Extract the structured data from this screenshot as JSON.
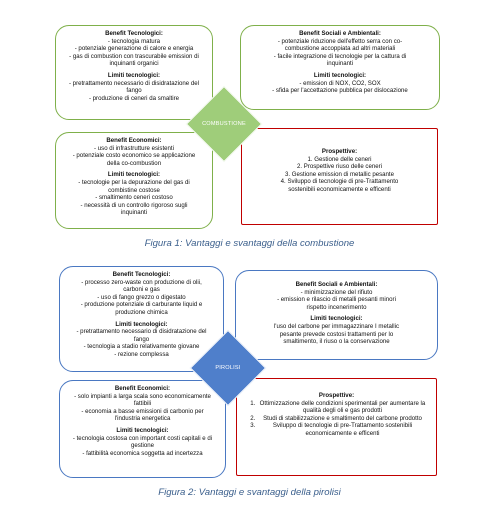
{
  "figure1": {
    "center_label": "COMBUSTIONE",
    "caption": "Figura 1: Vantaggi e svantaggi della combustione",
    "tl": {
      "head1": "Benefit Tecnologici:",
      "items1": [
        "- tecnologia matura",
        "- potenziale generazione di calore e energia",
        "- gas di combustion con trascurabile emission di",
        "inquinanti organici"
      ],
      "head2": "Limiti tecnologici:",
      "items2": [
        "- pretrattamento necessario di disidratazione del",
        "fango",
        "- produzione di ceneri da smaltire"
      ]
    },
    "tr": {
      "head1": "Benefit Sociali e Ambientali:",
      "items1": [
        "- potenziale riduzione dell'effetto serra con co-",
        "combustione accoppiata ad altri materiali",
        "- facile integrazione di tecnologie per la cattura di",
        "inquinanti"
      ],
      "head2": "Limiti tecnologici:",
      "items2": [
        "- emission di NOX, CO2, SOX",
        "- sfida per l'accettazione pubblica per dislocazione"
      ]
    },
    "bl": {
      "head1": "Benefit Economici:",
      "items1": [
        "- uso di infrastrutture esistenti",
        "- potenziale costo economico se applicazione",
        "della co-combustion"
      ],
      "head2": "Limiti tecnologici:",
      "items2": [
        "- tecnologie per la depurazione del gas di",
        "combistine costose",
        "- smaltimento ceneri costoso",
        "- necessità di un controllo rigoroso sugli",
        "inquinanti"
      ]
    },
    "br": {
      "head": "Prospettive:",
      "items": [
        "1. Gestione delle ceneri",
        "2. Prospettive riuso delle ceneri",
        "3. Gestione emission di metallic pesante",
        "4. Sviluppo di tecnologie di pre-Trattamento",
        "sostenibili economicamente e efficenti"
      ]
    }
  },
  "figure2": {
    "center_label": "PIROLISI",
    "caption": "Figura 2: Vantaggi e svantaggi della pirolisi",
    "tl": {
      "head1": "Benefit Tecnologici:",
      "items1": [
        "- processo zero-waste con produzione di olii,",
        "carboni e gas",
        "- uso di fango grezzo o digestato",
        "- produzione potenziale di carburante liquid e",
        "produzione chimica"
      ],
      "head2": "Limiti tecnologici:",
      "items2": [
        "- pretrattamento necessario di disidratazione del",
        "fango",
        "- tecnologia a stadio relativamente giovane",
        "- rezione complessa"
      ]
    },
    "tr": {
      "head1": "Benefit Sociali e Ambientali:",
      "items1": [
        "- minimizzazione del rifiuto",
        "- emission e rilascio di metalli pesanti minori",
        "rispetto incenerimento"
      ],
      "head2": "Limiti tecnologici:",
      "items2": [
        "l'uso del carbone per immagazzinare I metallic",
        "pesante prevede costosi trattamenti per lo",
        "smaltimento, il riuso o la conservazione"
      ]
    },
    "bl": {
      "head1": "Benefit Economici:",
      "items1": [
        "- solo impianti a larga scala sono economicamente",
        "fattibili",
        "- economia a basse emissioni di carbonio per",
        "l'industria energetica"
      ],
      "head2": "Limiti tecnologici:",
      "items2": [
        "- tecnologia costosa con important costi capitali e di",
        "gestione",
        "- fattibilità economica soggetta ad incertezza"
      ]
    },
    "br": {
      "head": "Prospettive:",
      "items": [
        "Ottimizzazione delle condizioni sperimentali per aumentare la qualità degli oli e gas prodotti",
        "Studi di stabilizzazione e smaltimento del carbone prodotto",
        "Sviluppo di tecnologie di pre-Trattamento sostenibili economicamente e efficenti"
      ]
    }
  },
  "colors": {
    "fig1_border": "#7fb04a",
    "fig1_diamond": "#9fcd7a",
    "fig2_border": "#4a78c2",
    "fig2_diamond": "#4f7fcb",
    "prospettive_border": "#c00000",
    "caption": "#3b5f8c"
  }
}
